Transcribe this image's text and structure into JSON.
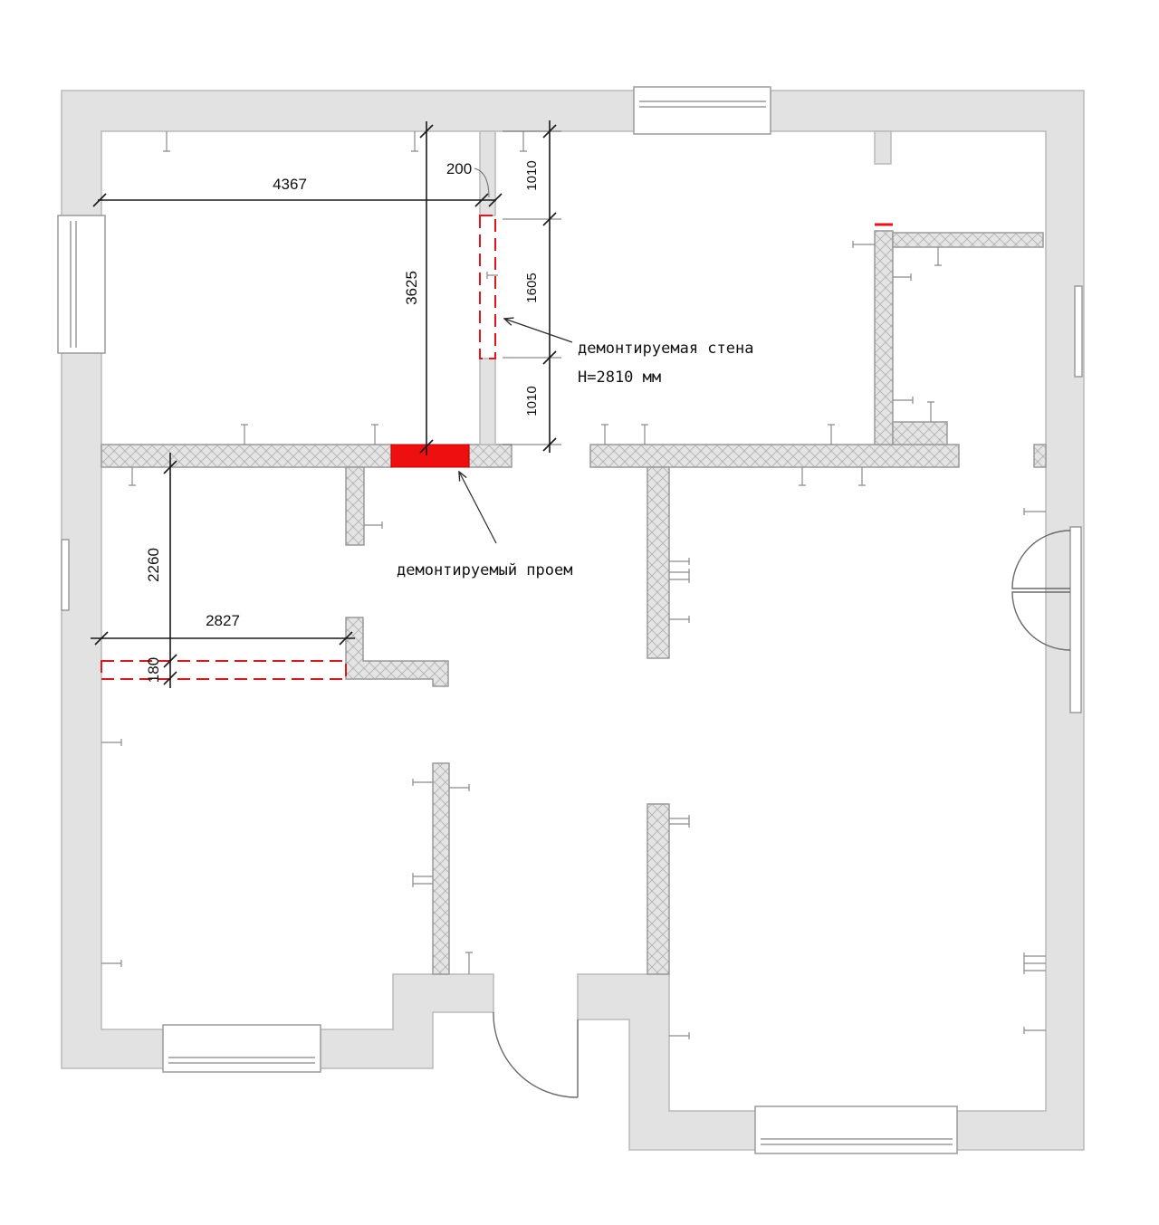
{
  "dimensions": {
    "d4367": "4367",
    "d3625": "3625",
    "d200": "200",
    "d1010_top": "1010",
    "d1605": "1605",
    "d1010_bottom": "1010",
    "d2260": "2260",
    "d2827": "2827",
    "d180": "180"
  },
  "notes": {
    "demolished_wall": "демонтируемая стена",
    "wall_height": "H=2810 мм",
    "demolished_opening": "демонтируемый проем"
  },
  "colors": {
    "demolition": "#e0161c",
    "wall": "#e2e2e2",
    "hatch": "#b0b0b0"
  }
}
